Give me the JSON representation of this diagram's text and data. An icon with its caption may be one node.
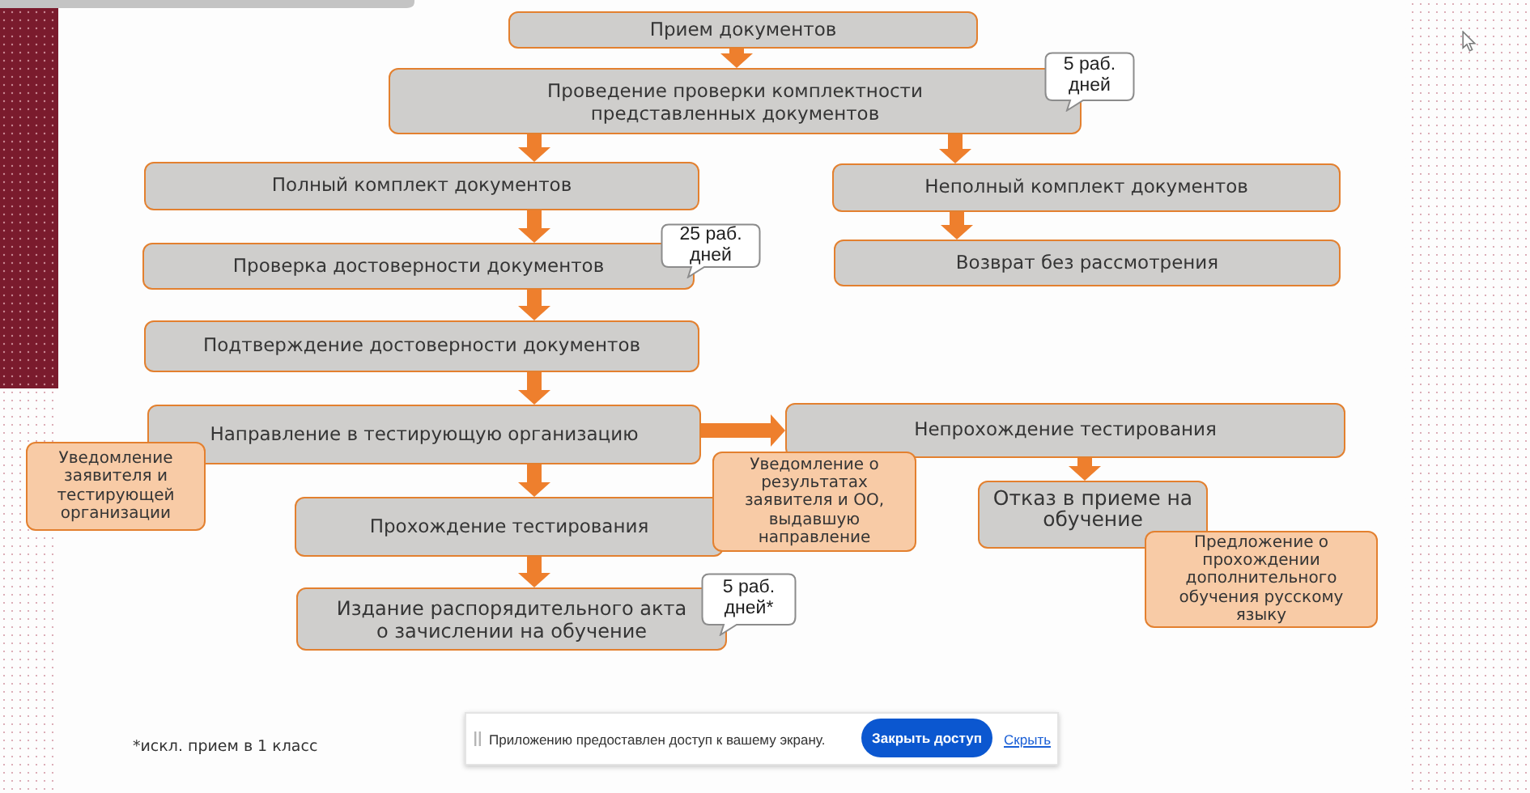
{
  "diagram": {
    "nodes": [
      {
        "text": [
          "Прием документов"
        ]
      },
      {
        "text": [
          "Проведение проверки комплектности представленных документов"
        ],
        "beside": [
          "5 раб. дней"
        ]
      },
      {
        "text": [
          "Полный комплект документов"
        ]
      },
      {
        "text": [
          "Неполный комплект документов"
        ]
      },
      {
        "text": [
          "Проверка достоверности документов"
        ],
        "beside": [
          "25 раб. дней"
        ]
      },
      {
        "text": [
          "Возврат без рассмотрения"
        ]
      },
      {
        "text": [
          "Подтверждение достоверности документов"
        ]
      },
      {
        "text": [
          "Направление в тестирующую организацию"
        ]
      },
      {
        "text": [
          "Непрохождение тестирования"
        ]
      },
      {
        "text": [
          "Уведомление заявителя и тестирующей организации"
        ]
      },
      {
        "text": [
          "Уведомление о результатах заявителя и ОО, выдавшую направление"
        ]
      },
      {
        "text": [
          "Прохождение тестирования"
        ]
      },
      {
        "text": [
          "Отказ в приеме на обучение"
        ]
      },
      {
        "text": [
          "Предложение о прохождении дополнительного обучения русскому языку"
        ]
      },
      {
        "text": [
          "Издание распорядительного акта о зачислении на обучение"
        ],
        "beside": [
          "5 раб. дней*"
        ]
      }
    ],
    "edges": [
      {
        "from": 0,
        "to": 1,
        "arrow": "to"
      },
      {
        "from": 1,
        "to": 2,
        "arrow": "to"
      },
      {
        "from": 1,
        "to": 3,
        "arrow": "to"
      },
      {
        "from": 2,
        "to": 4,
        "arrow": "to"
      },
      {
        "from": 3,
        "to": 5,
        "arrow": "to"
      },
      {
        "from": 4,
        "to": 6,
        "arrow": "to"
      },
      {
        "from": 6,
        "to": 7,
        "arrow": "to"
      },
      {
        "from": 7,
        "to": 8,
        "arrow": "to"
      },
      {
        "from": 7,
        "to": 11,
        "arrow": "to"
      },
      {
        "from": 8,
        "to": 12,
        "arrow": "to"
      },
      {
        "from": 11,
        "to": 14,
        "arrow": "to"
      }
    ],
    "labels": [
      "*искл. прием в 1 класс",
      "Приложению предоставлен доступ к вашему экрану.",
      "Закрыть доступ",
      "Скрыть"
    ]
  }
}
